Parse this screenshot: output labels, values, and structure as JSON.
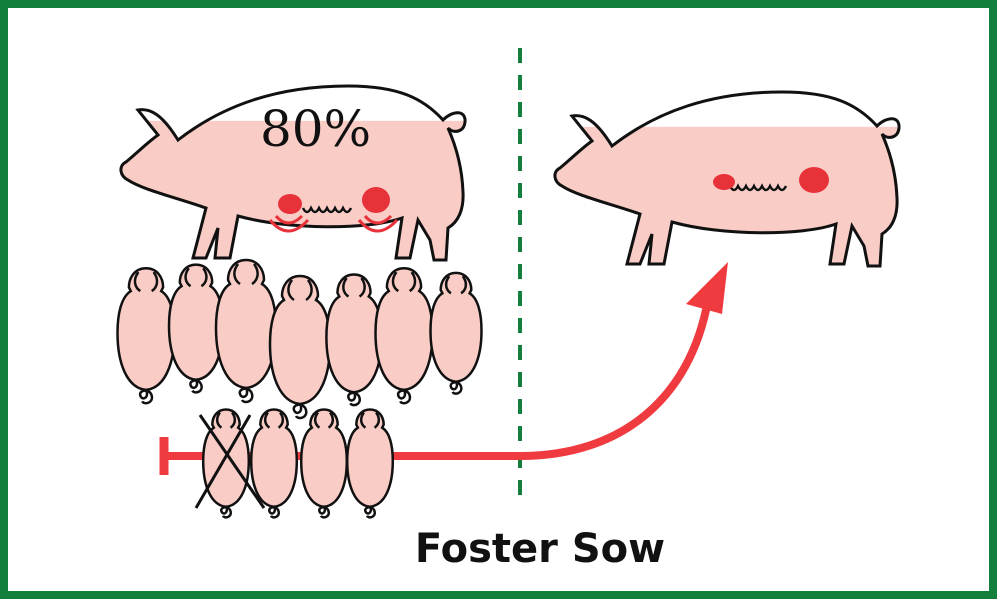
{
  "diagram": {
    "left_sow": {
      "fill_level": 0.8,
      "fill_label": "80%",
      "piglets_top_row": 7,
      "piglets_bottom_row": 4,
      "piglets_crossed_out": 1,
      "lit_teats_icon": "milk-signal-icon"
    },
    "right_sow": {
      "fill_level": 0.8
    },
    "divider_style": "dashed",
    "arrow_direction": "left-to-right-then-up",
    "caption": "Foster Sow"
  },
  "colors": {
    "frame": "#12803c",
    "divider": "#12803c",
    "pig_fill": "#f9cdc6",
    "pig_stroke": "#111111",
    "teat_highlight": "#e8323a",
    "arrow": "#ef3b3f",
    "cross": "#111111",
    "background": "#ffffff"
  }
}
